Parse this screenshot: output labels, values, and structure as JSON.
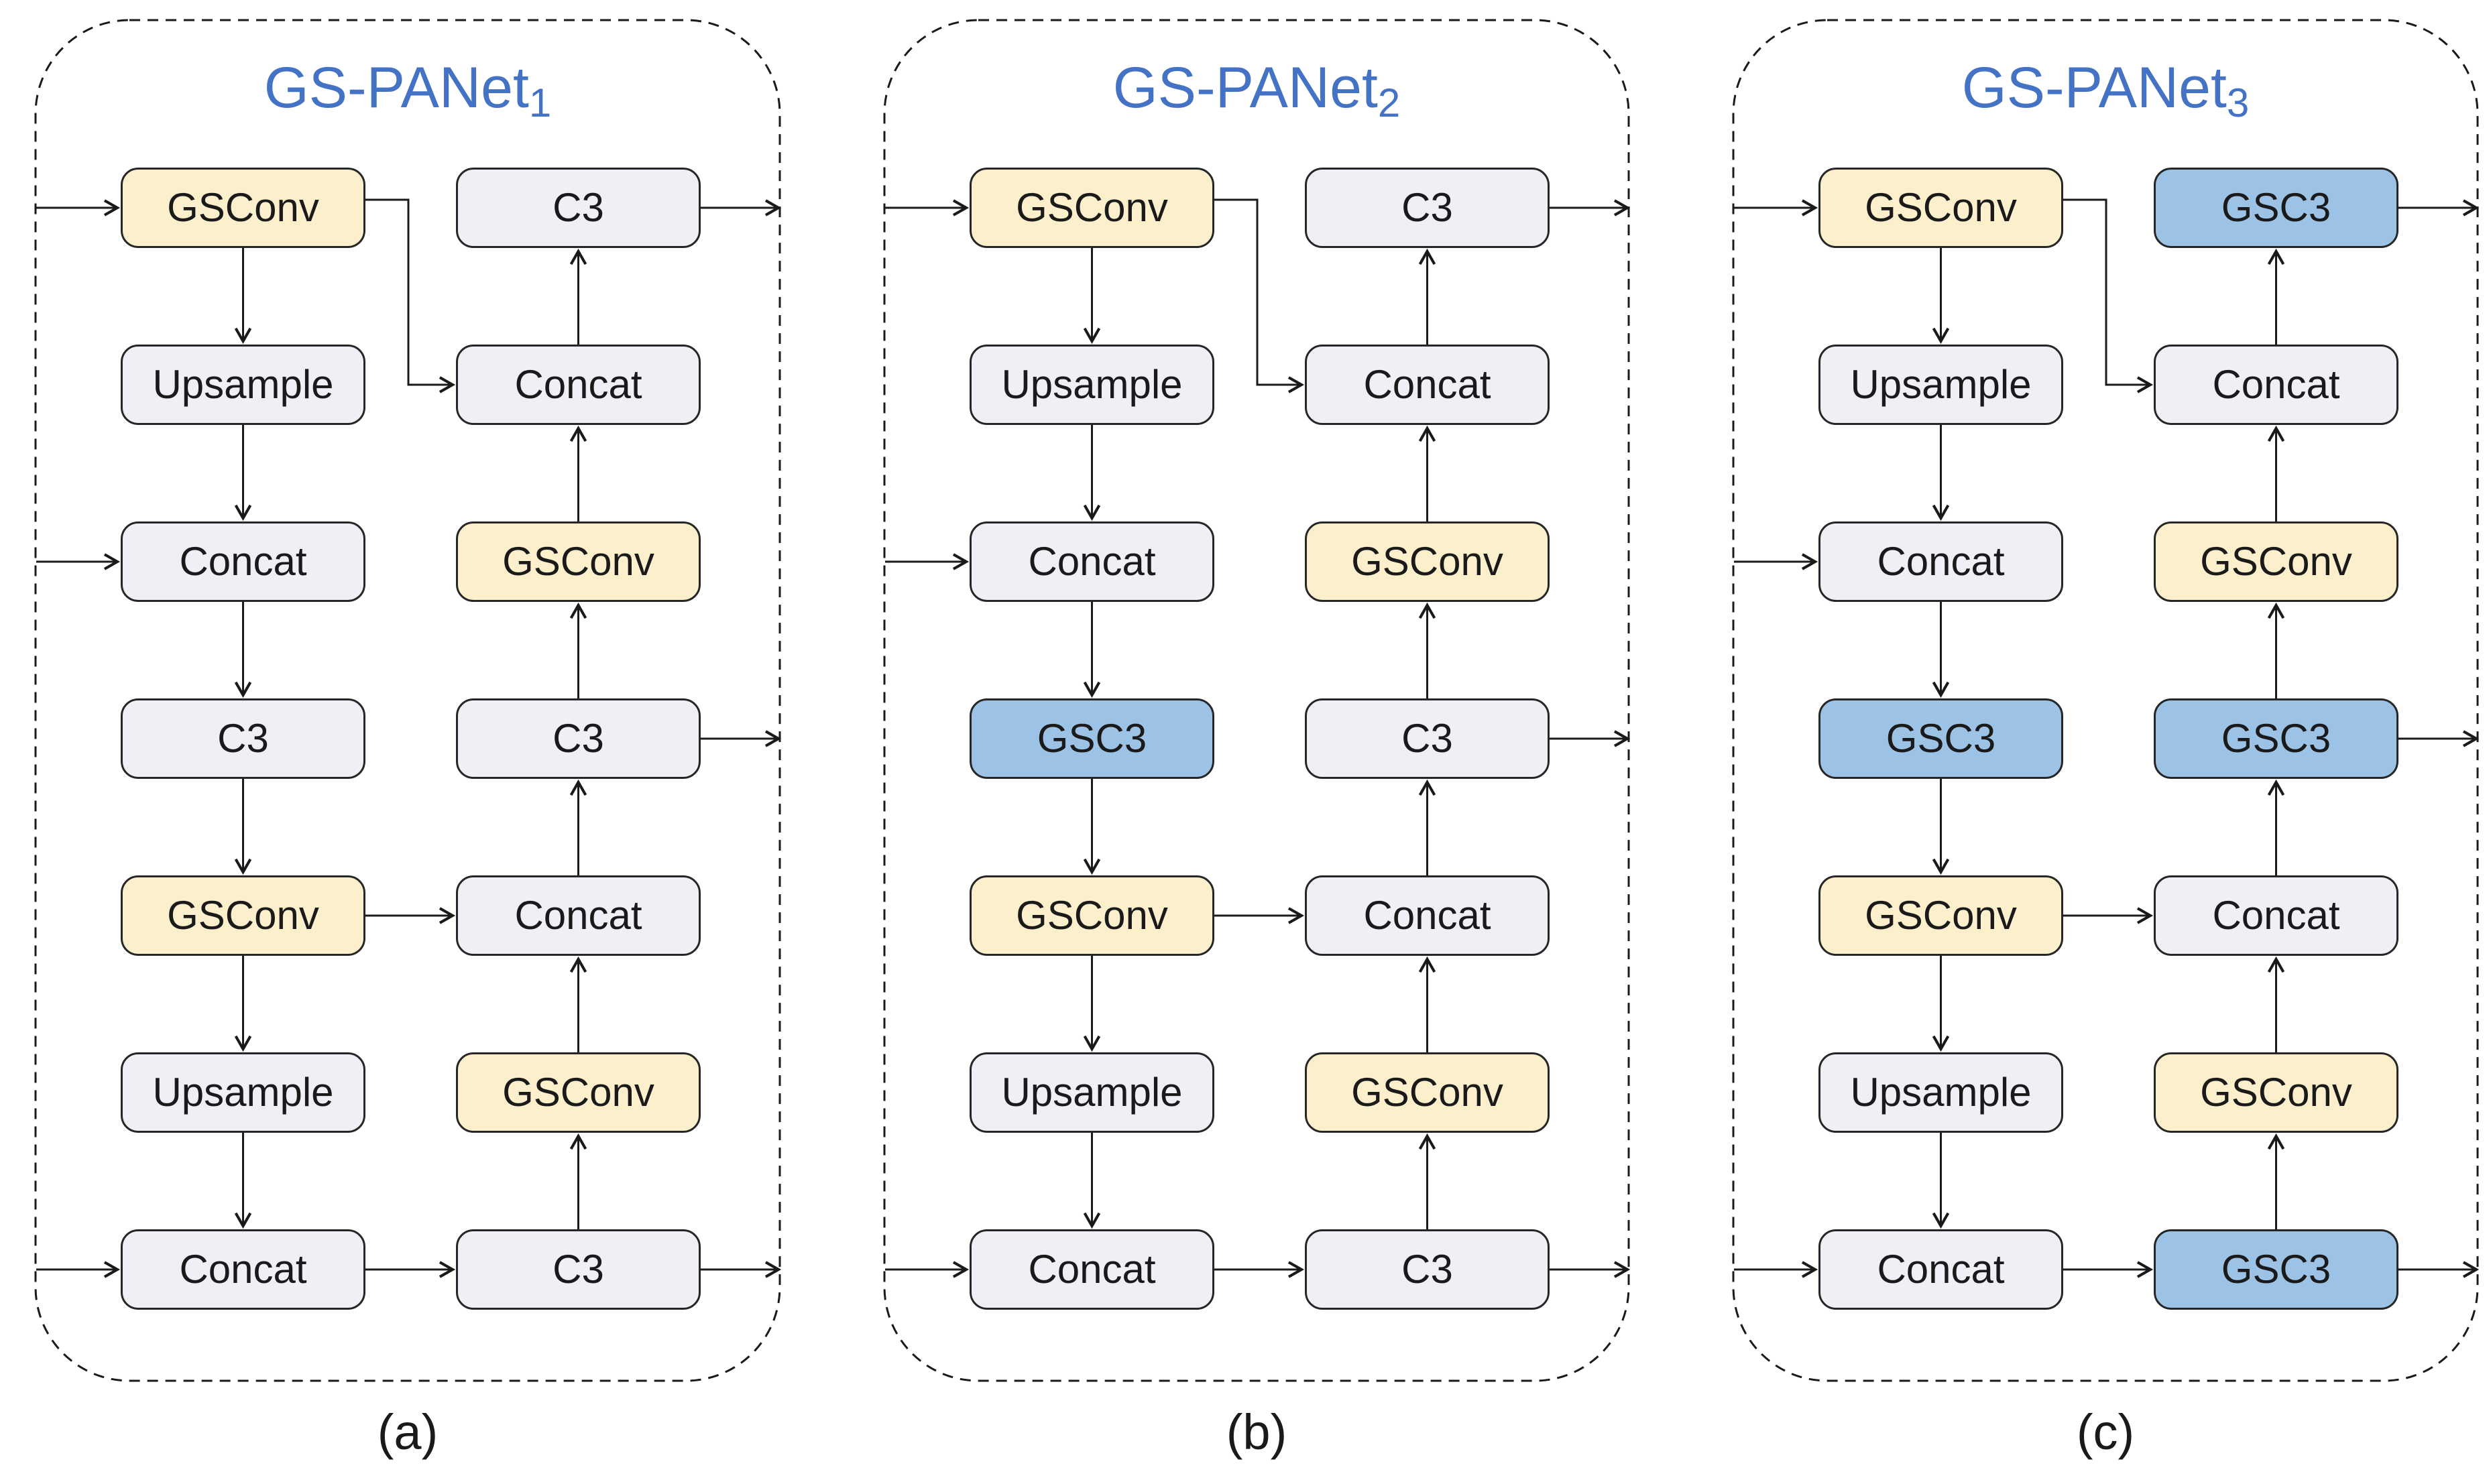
{
  "figure": {
    "colors": {
      "conv_fill": "#FBF0CB",
      "plain_fill": "#EFEFF5",
      "gsc3_fill": "#9CC2E5",
      "box_border": "#262626",
      "line": "#1a1a1a",
      "title": "#4472C4",
      "caption": "#1a1a1a",
      "background": "#ffffff"
    },
    "flow": {
      "left_column_direction": "top-down",
      "right_column_direction": "bottom-up",
      "input_rows": [
        0,
        2,
        6
      ],
      "output_rows": [
        0,
        3,
        6
      ],
      "cross_link_rows": [
        4,
        6
      ],
      "elbow_link": "left-row0 to right-row1"
    },
    "panels": [
      {
        "id": "a",
        "title": "GS-PANet",
        "title_sub": "1",
        "caption": "(a)",
        "left_column": [
          {
            "label": "GSConv",
            "type": "conv"
          },
          {
            "label": "Upsample",
            "type": "plain"
          },
          {
            "label": "Concat",
            "type": "plain"
          },
          {
            "label": "C3",
            "type": "plain"
          },
          {
            "label": "GSConv",
            "type": "conv"
          },
          {
            "label": "Upsample",
            "type": "plain"
          },
          {
            "label": "Concat",
            "type": "plain"
          }
        ],
        "right_column": [
          {
            "label": "C3",
            "type": "plain"
          },
          {
            "label": "Concat",
            "type": "plain"
          },
          {
            "label": "GSConv",
            "type": "conv"
          },
          {
            "label": "C3",
            "type": "plain"
          },
          {
            "label": "Concat",
            "type": "plain"
          },
          {
            "label": "GSConv",
            "type": "conv"
          },
          {
            "label": "C3",
            "type": "plain"
          }
        ]
      },
      {
        "id": "b",
        "title": "GS-PANet",
        "title_sub": "2",
        "caption": "(b)",
        "left_column": [
          {
            "label": "GSConv",
            "type": "conv"
          },
          {
            "label": "Upsample",
            "type": "plain"
          },
          {
            "label": "Concat",
            "type": "plain"
          },
          {
            "label": "GSC3",
            "type": "gsc3"
          },
          {
            "label": "GSConv",
            "type": "conv"
          },
          {
            "label": "Upsample",
            "type": "plain"
          },
          {
            "label": "Concat",
            "type": "plain"
          }
        ],
        "right_column": [
          {
            "label": "C3",
            "type": "plain"
          },
          {
            "label": "Concat",
            "type": "plain"
          },
          {
            "label": "GSConv",
            "type": "conv"
          },
          {
            "label": "C3",
            "type": "plain"
          },
          {
            "label": "Concat",
            "type": "plain"
          },
          {
            "label": "GSConv",
            "type": "conv"
          },
          {
            "label": "C3",
            "type": "plain"
          }
        ]
      },
      {
        "id": "c",
        "title": "GS-PANet",
        "title_sub": "3",
        "caption": "(c)",
        "left_column": [
          {
            "label": "GSConv",
            "type": "conv"
          },
          {
            "label": "Upsample",
            "type": "plain"
          },
          {
            "label": "Concat",
            "type": "plain"
          },
          {
            "label": "GSC3",
            "type": "gsc3"
          },
          {
            "label": "GSConv",
            "type": "conv"
          },
          {
            "label": "Upsample",
            "type": "plain"
          },
          {
            "label": "Concat",
            "type": "plain"
          }
        ],
        "right_column": [
          {
            "label": "GSC3",
            "type": "gsc3"
          },
          {
            "label": "Concat",
            "type": "plain"
          },
          {
            "label": "GSConv",
            "type": "conv"
          },
          {
            "label": "GSC3",
            "type": "gsc3"
          },
          {
            "label": "Concat",
            "type": "plain"
          },
          {
            "label": "GSConv",
            "type": "conv"
          },
          {
            "label": "GSC3",
            "type": "gsc3"
          }
        ]
      }
    ]
  }
}
